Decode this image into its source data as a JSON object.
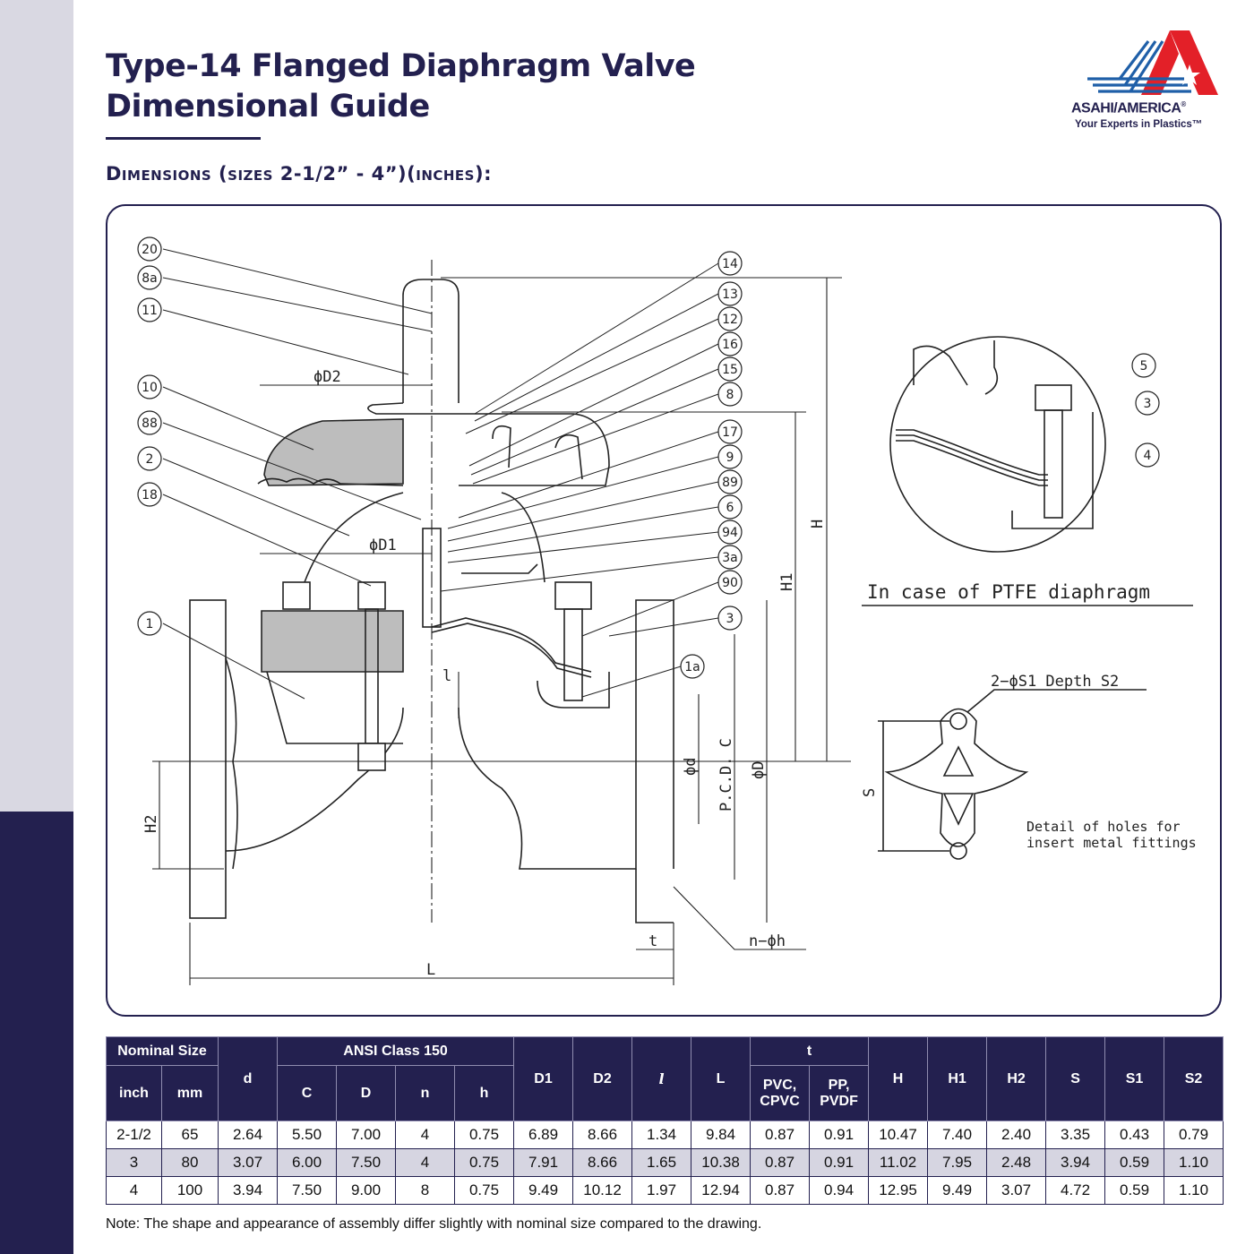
{
  "header": {
    "title_line1": "Type-14 Flanged Diaphragm Valve",
    "title_line2": "Dimensional Guide",
    "subtitle": "Dimensions (sizes 2-1/2” - 4”)(inches):"
  },
  "logo": {
    "name": "ASAHI/AMERICA",
    "registered": "®",
    "tagline": "Your Experts in Plastics™",
    "colors": {
      "red": "#e32028",
      "blue": "#1f5fa8",
      "navy": "#23204f"
    }
  },
  "drawing": {
    "part_numbers": [
      "20",
      "8a",
      "11",
      "10",
      "88",
      "2",
      "18",
      "1",
      "14",
      "13",
      "12",
      "16",
      "15",
      "8",
      "17",
      "9",
      "89",
      "6",
      "94",
      "3a",
      "90",
      "3",
      "1a",
      "5",
      "3",
      "4"
    ],
    "dimension_labels": [
      "ϕD2",
      "ϕD1",
      "H",
      "H1",
      "H2",
      "l",
      "ϕd",
      "P.C.D. C",
      "ϕD",
      "L",
      "t",
      "n−ϕh",
      "S",
      "2−ϕS1  Depth S2"
    ],
    "detail_caption": "In case of PTFE diaphragm",
    "holes_caption_line1": "Detail  of  holes  for",
    "holes_caption_line2": "insert  metal  fittings"
  },
  "table": {
    "group_headers": {
      "nominal_size": "Nominal Size",
      "ansi": "ANSI Class 150",
      "t": "t"
    },
    "columns": {
      "inch": "inch",
      "mm": "mm",
      "d": "d",
      "C": "C",
      "D": "D",
      "n": "n",
      "h": "h",
      "D1": "D1",
      "D2": "D2",
      "l": "l",
      "L": "L",
      "pvc_line1": "PVC,",
      "pvc_line2": "CPVC",
      "pp_line1": "PP,",
      "pp_line2": "PVDF",
      "H": "H",
      "H1": "H1",
      "H2": "H2",
      "S": "S",
      "S1": "S1",
      "S2": "S2"
    },
    "rows": [
      [
        "2-1/2",
        "65",
        "2.64",
        "5.50",
        "7.00",
        "4",
        "0.75",
        "6.89",
        "8.66",
        "1.34",
        "9.84",
        "0.87",
        "0.91",
        "10.47",
        "7.40",
        "2.40",
        "3.35",
        "0.43",
        "0.79"
      ],
      [
        "3",
        "80",
        "3.07",
        "6.00",
        "7.50",
        "4",
        "0.75",
        "7.91",
        "8.66",
        "1.65",
        "10.38",
        "0.87",
        "0.91",
        "11.02",
        "7.95",
        "2.48",
        "3.94",
        "0.59",
        "1.10"
      ],
      [
        "4",
        "100",
        "3.94",
        "7.50",
        "9.00",
        "8",
        "0.75",
        "9.49",
        "10.12",
        "1.97",
        "12.94",
        "0.87",
        "0.94",
        "12.95",
        "9.49",
        "3.07",
        "4.72",
        "0.59",
        "1.10"
      ]
    ]
  },
  "note": "Note: The shape and appearance of assembly differ slightly with nominal size compared to the drawing."
}
